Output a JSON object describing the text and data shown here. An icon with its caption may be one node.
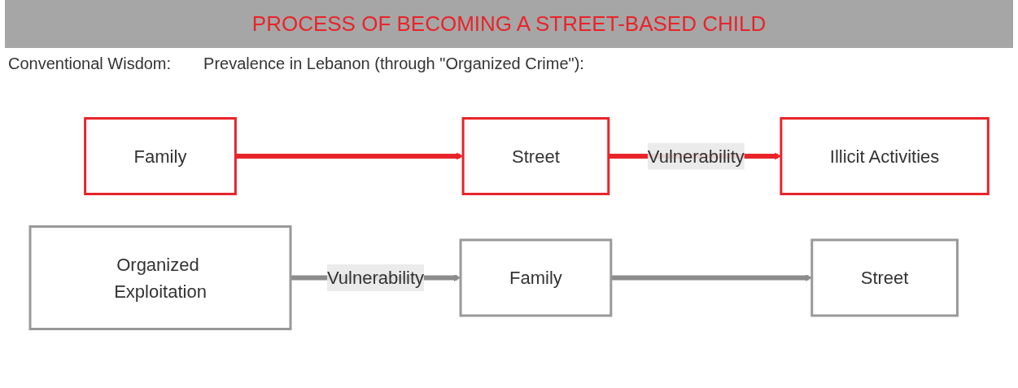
{
  "diagram": {
    "title": "PROCESS OF BECOMING A STREET-BASED CHILD",
    "nodes": [
      {
        "text": [
          "Family"
        ]
      },
      {
        "text": [
          "Street"
        ]
      },
      {
        "text": [
          "Illicit Activities"
        ]
      },
      {
        "text": [
          "Organized Exploitation"
        ]
      },
      {
        "text": [
          "Family"
        ]
      },
      {
        "text": [
          "Street"
        ]
      }
    ],
    "edges": [
      {
        "from": 0,
        "to": 1,
        "arrow": "to",
        "color": "#e8242a"
      },
      {
        "from": 1,
        "to": 2,
        "arrow": "to",
        "label": "Vulnerability",
        "color": "#e8242a"
      },
      {
        "from": 3,
        "to": 4,
        "arrow": "to",
        "label": "Vulnerability",
        "color": "#8c8c8c"
      },
      {
        "from": 4,
        "to": 5,
        "arrow": "to",
        "color": "#8c8c8c"
      }
    ],
    "labels": [
      "Conventional Wisdom:",
      "Prevalence in Lebanon (through \"Organized Crime\"):"
    ]
  }
}
